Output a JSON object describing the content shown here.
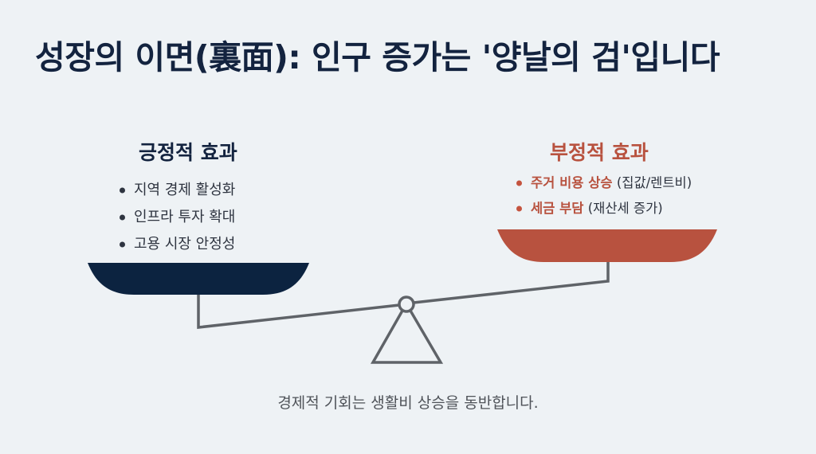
{
  "title": "성장의 이면(裏面): 인구 증가는 '양날의 검'입니다",
  "positive": {
    "heading": "긍정적 효과",
    "items": [
      {
        "text": "지역 경제 활성화"
      },
      {
        "text": "인프라 투자 확대"
      },
      {
        "text": "고용 시장 안정성"
      }
    ]
  },
  "negative": {
    "heading": "부정적 효과",
    "items": [
      {
        "strong": "주거 비용 상승",
        "detail": " (집값/렌트비)"
      },
      {
        "strong": "세금 부담",
        "detail": " (재산세 증가)"
      }
    ]
  },
  "caption": "경제적 기회는 생활비 상승을 동반합니다.",
  "icons": {
    "left_pan": "scale-pan-left",
    "right_pan": "scale-pan-right",
    "beam": "balance-beam",
    "fulcrum": "fulcrum-triangle"
  },
  "colors": {
    "background": "#eef2f5",
    "navy": "#0c2340",
    "title": "#13233f",
    "accent_red": "#b8523f",
    "beam_gray": "#5f6368",
    "body_text": "#2e3440",
    "caption": "#4f5359"
  }
}
